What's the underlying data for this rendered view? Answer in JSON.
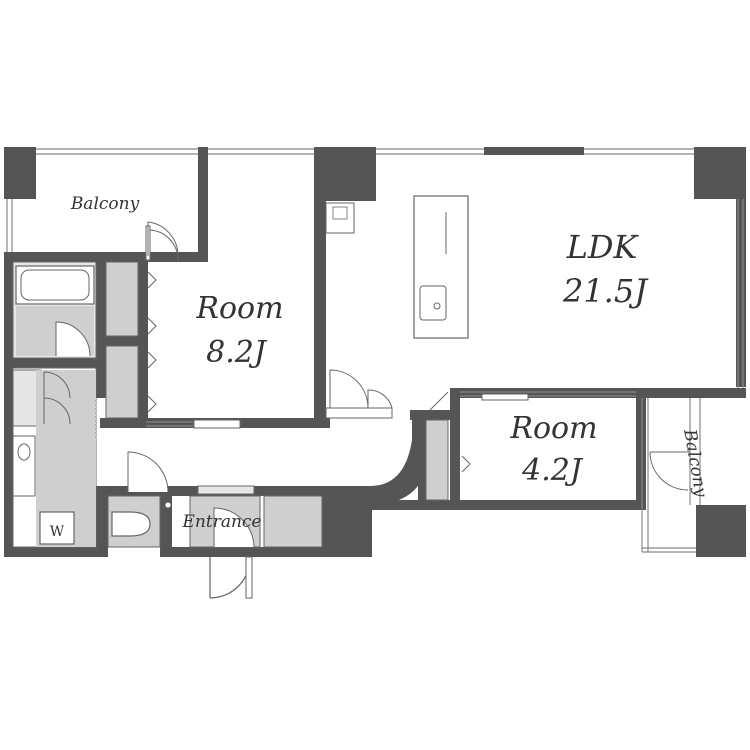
{
  "colors": {
    "wall": "#555555",
    "fixture": "#cfcfcf",
    "fixture_light": "#e6e6e6",
    "line": "#666666",
    "window": "#999999",
    "background": "#ffffff"
  },
  "rooms": {
    "balcony_top": {
      "name": "Balcony"
    },
    "room_left": {
      "name": "Room",
      "size": "8.2J"
    },
    "ldk": {
      "name": "LDK",
      "size": "21.5J"
    },
    "room_right": {
      "name": "Room",
      "size": "4.2J"
    },
    "balcony_right": {
      "name": "Balcony"
    },
    "entrance": {
      "name": "Entrance"
    }
  },
  "fixtures": {
    "washer_label": "W"
  }
}
